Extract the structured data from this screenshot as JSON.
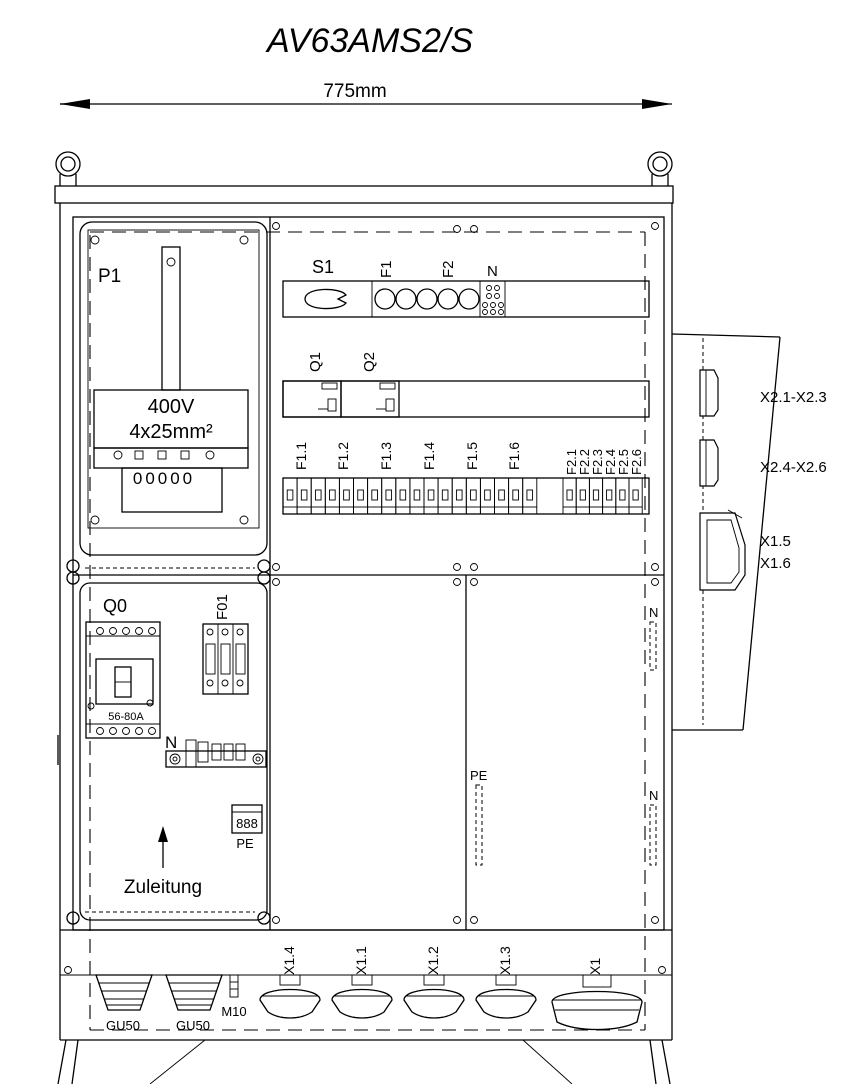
{
  "title": "AV63AMS2/S",
  "dimension": "775mm",
  "left_panel": {
    "meter_label": "P1",
    "meter_voltage": "400V",
    "meter_cable": "4x25mm²",
    "terminal_digits": "00000",
    "main_switch_label": "Q0",
    "main_switch_rating": "56-80A",
    "surge_label": "F01",
    "neutral_label": "N",
    "pe_label": "PE",
    "pe_digits": "888",
    "feed_label": "Zuleitung"
  },
  "right_panel": {
    "switch_label": "S1",
    "fuse_labels": [
      "F1",
      "F2"
    ],
    "neutral_label": "N",
    "rcd_labels": [
      "Q1",
      "Q2"
    ],
    "mcb_group1": [
      "F1.1",
      "F1.2",
      "F1.3",
      "F1.4",
      "F1.5",
      "F1.6"
    ],
    "mcb_group2": [
      "F2.1",
      "F2.2",
      "F2.3",
      "F2.4",
      "F2.5",
      "F2.6"
    ],
    "lower_pe_label": "PE",
    "lower_n_labels": [
      "N",
      "N"
    ]
  },
  "side_box": {
    "labels": [
      "X2.1-X2.3",
      "X2.4-X2.6",
      "X1.5",
      "X1.6"
    ]
  },
  "bottom": {
    "gland_labels": [
      "GU50",
      "GU50"
    ],
    "screw_label": "M10",
    "socket_labels": [
      "X1.4",
      "X1.1",
      "X1.2",
      "X1.3",
      "X1"
    ]
  }
}
